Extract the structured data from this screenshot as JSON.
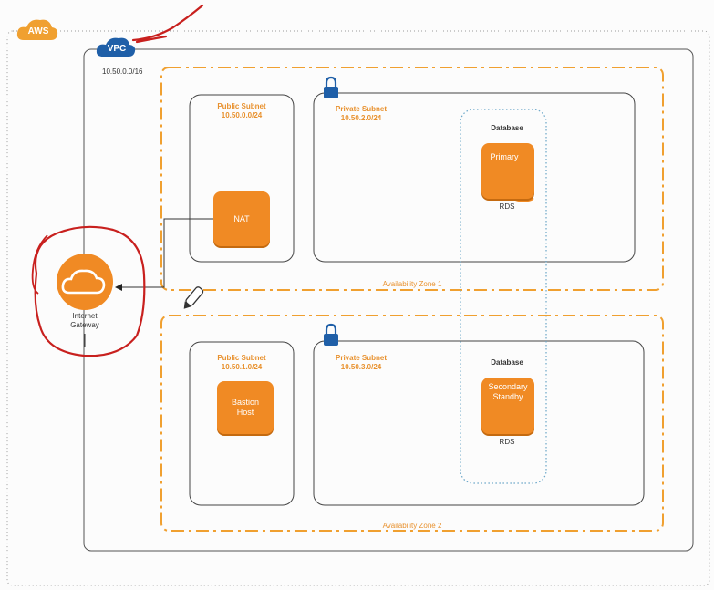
{
  "aws": {
    "label": "AWS"
  },
  "vpc": {
    "label": "VPC",
    "cidr": "10.50.0.0/16"
  },
  "igw": {
    "label_line1": "Internet",
    "label_line2": "Gateway"
  },
  "zone1": {
    "label": "Availability Zone 1",
    "public_subnet": {
      "title": "Public Subnet",
      "cidr": "10.50.0.0/24"
    },
    "private_subnet": {
      "title": "Private Subnet",
      "cidr": "10.50.2.0/24"
    },
    "nat": {
      "label": "NAT"
    },
    "database": {
      "title": "Database",
      "role": "Primary",
      "engine": "RDS"
    }
  },
  "zone2": {
    "label": "Availability Zone 2",
    "public_subnet": {
      "title": "Public Subnet",
      "cidr": "10.50.1.0/24"
    },
    "private_subnet": {
      "title": "Private Subnet",
      "cidr": "10.50.3.0/24"
    },
    "bastion": {
      "label_line1": "Bastion",
      "label_line2": "Host"
    },
    "database": {
      "title": "Database",
      "role_line1": "Secondary",
      "role_line2": "Standby",
      "engine": "RDS"
    }
  },
  "colors": {
    "aws_orange": "#f0a030",
    "vpc_blue": "#1f5fa8",
    "lock_blue": "#1f5fa8",
    "component_orange": "#f08a24",
    "annotation_red": "#c8201e"
  }
}
